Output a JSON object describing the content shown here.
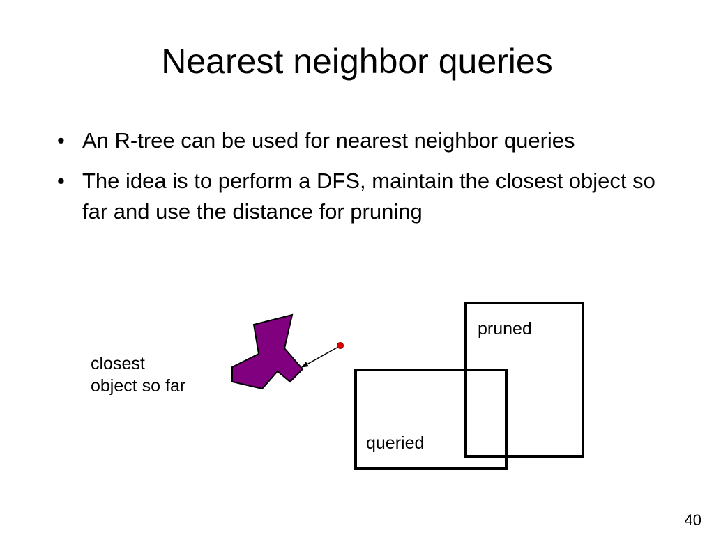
{
  "slide": {
    "title": "Nearest neighbor queries",
    "bullets": [
      "An R-tree can be used for nearest neighbor queries",
      "The idea is to perform a DFS, maintain the closest object so far and use the distance for pruning"
    ],
    "bullet_glyph": "•",
    "page_number": "40"
  },
  "diagram": {
    "labels": {
      "closest_line1": "closest",
      "closest_line2": "object so far",
      "pruned": "pruned",
      "queried": "queried"
    },
    "colors": {
      "object_fill": "#800080",
      "query_point": "#e00000",
      "stroke": "#000000"
    }
  }
}
